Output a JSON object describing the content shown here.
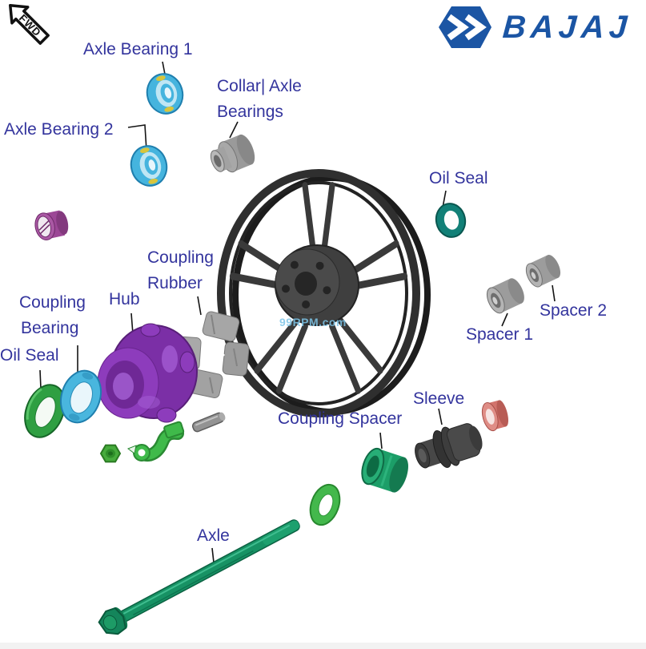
{
  "header": {
    "fwd_arrow": "FWD",
    "brand_wordmark": "BAJAJ"
  },
  "watermark": "99RPM.com",
  "labels": {
    "axle_bearing_1": "Axle Bearing 1",
    "axle_bearing_2": "Axle Bearing 2",
    "collar_axle_bearings_line1": "Collar| Axle",
    "collar_axle_bearings_line2": "Bearings",
    "oil_seal_right": "Oil Seal",
    "coupling_rubber_line1": "Coupling",
    "coupling_rubber_line2": "Rubber",
    "hub": "Hub",
    "coupling_bearing_line1": "Coupling",
    "coupling_bearing_line2": "Bearing",
    "oil_seal_left": "Oil Seal",
    "spacer_1": "Spacer 1",
    "spacer_2": "Spacer 2",
    "sleeve": "Sleeve",
    "coupling_spacer": "Coupling Spacer",
    "axle": "Axle"
  },
  "parts": [
    {
      "name": "Axle Bearing 1",
      "color": "#45b4de"
    },
    {
      "name": "Axle Bearing 2",
      "color": "#45b4de"
    },
    {
      "name": "Collar| Axle Bearings",
      "color": "#9a9a9a"
    },
    {
      "name": "Oil Seal (right)",
      "color": "#128077"
    },
    {
      "name": "Spacer 1",
      "color": "#9c9c9c"
    },
    {
      "name": "Spacer 2",
      "color": "#9c9c9c"
    },
    {
      "name": "Sleeve",
      "color": "#474747"
    },
    {
      "name": "Coupling Spacer",
      "color": "#1c9e68"
    },
    {
      "name": "Coupling Rubber",
      "color": "#a2a2a2"
    },
    {
      "name": "Hub",
      "color": "#8a2fc0"
    },
    {
      "name": "Coupling Bearing",
      "color": "#49b6de"
    },
    {
      "name": "Oil Seal (left)",
      "color": "#2f9f42"
    },
    {
      "name": "Axle",
      "color": "#179264"
    },
    {
      "name": "Wheel",
      "color": "#333333"
    }
  ],
  "colors": {
    "label_text": "#33349d",
    "brand_blue": "#1b55a4",
    "watermark_blue": "#7dc4e8",
    "leader_line": "#141414"
  }
}
